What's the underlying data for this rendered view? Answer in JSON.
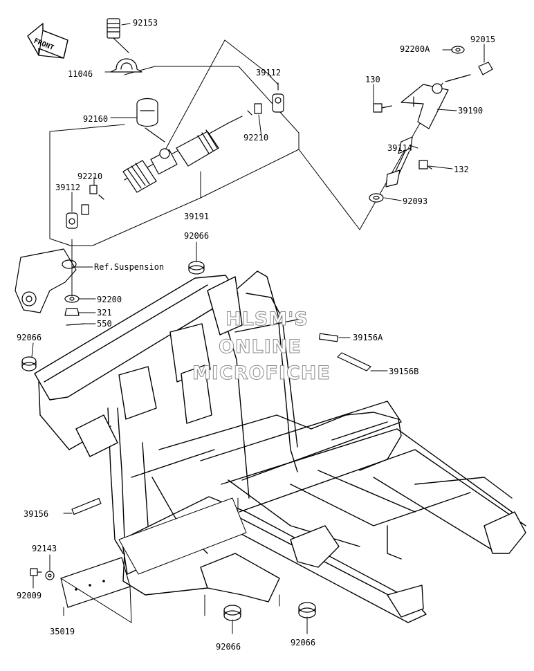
{
  "front_badge": "FRONT",
  "reference_label": "Ref.Suspension",
  "watermark": {
    "line1": "HLSM'S",
    "line2": "ONLINE",
    "line3": "MICROFICHE"
  },
  "parts": {
    "p92153": "92153",
    "p11046": "11046",
    "p92160": "92160",
    "p39112_top": "39112",
    "p92210_right": "92210",
    "p92210_left": "92210",
    "p39112_left": "39112",
    "p39191": "39191",
    "p92200A": "92200A",
    "p92015": "92015",
    "p130": "130",
    "p39190": "39190",
    "p39114": "39114",
    "p132": "132",
    "p92093": "92093",
    "p92066_top": "92066",
    "p92200": "92200",
    "p321": "321",
    "p550": "550",
    "p92066_left": "92066",
    "p39156A": "39156A",
    "p39156B": "39156B",
    "p39156": "39156",
    "p92143": "92143",
    "p92009": "92009",
    "p35019": "35019",
    "p92066_bottom_left": "92066",
    "p92066_bottom_right": "92066"
  }
}
